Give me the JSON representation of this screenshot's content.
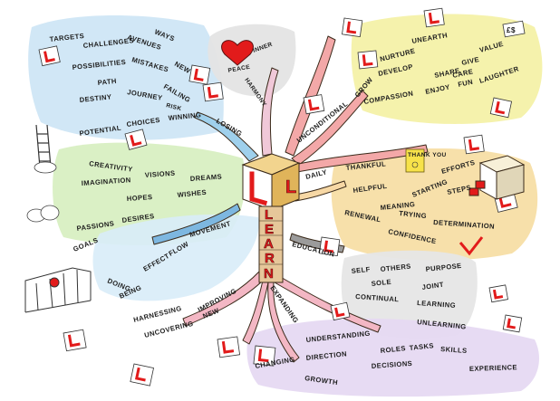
{
  "center": {
    "letter": "L"
  },
  "spine": [
    "L",
    "E",
    "A",
    "R",
    "N"
  ],
  "branches": {
    "top_left": [
      "TARGETS",
      "CHALLENGES",
      "AVENUES",
      "WAYS",
      "POSSIBILITIES",
      "MISTAKES",
      "NEW",
      "PATH",
      "FAILING",
      "DESTINY",
      "JOURNEY",
      "RISK",
      "POTENTIAL",
      "CHOICES",
      "WINNING",
      "LOSING"
    ],
    "left": [
      "CREATIVITY",
      "IMAGINATION",
      "VISIONS",
      "DREAMS",
      "HOPES",
      "WISHES",
      "PASSIONS",
      "DESIRES",
      "GOALS"
    ],
    "movement": [
      "MOVEMENT",
      "FLOW",
      "EFFECT",
      "BEING",
      "DOING"
    ],
    "bottom_left": [
      "IMPROVING",
      "HARNESSING",
      "NEW",
      "UNCOVERING"
    ],
    "top": [
      "PEACE",
      "INNER",
      "HARMONY"
    ],
    "top_right": [
      "UNCONDITIONAL",
      "UNEARTH",
      "GROW",
      "NURTURE",
      "DEVELOP",
      "SHARE",
      "GIVE",
      "CARE",
      "VALUE",
      "COMPASSION",
      "ENJOY",
      "FUN",
      "LAUGHTER"
    ],
    "daily": [
      "DAILY",
      "THANKFUL",
      "HELPFUL",
      "MEANING",
      "STARTING",
      "EFFORTS",
      "STEPS",
      "TRYING",
      "DETERMINATION",
      "RENEWAL",
      "CONFIDENCE"
    ],
    "education": [
      "EDUCATION",
      "SELF",
      "OTHERS",
      "PURPOSE",
      "SOLE",
      "JOINT",
      "CONTINUAL",
      "LEARNING",
      "UNLEARNING"
    ],
    "expanding": [
      "EXPANDING",
      "UNDERSTANDING",
      "DIRECTION",
      "ROLES",
      "TASKS",
      "SKILLS",
      "EXPERIENCE",
      "CHANGING",
      "GROWTH",
      "DECISIONS"
    ]
  },
  "icons": {
    "thank_note": "THANK YOU",
    "money_note": "£$"
  },
  "colors": {
    "blue_zone": "#cfe6f5",
    "green_zone": "#d8efc2",
    "yellow_zone": "#f4f1a8",
    "orange_zone": "#f7dea5",
    "grey_zone": "#e6e6e6",
    "lilac_zone": "#e6d9f2",
    "accent_red": "#e21b1b",
    "center_gold": "#e0b45a"
  }
}
